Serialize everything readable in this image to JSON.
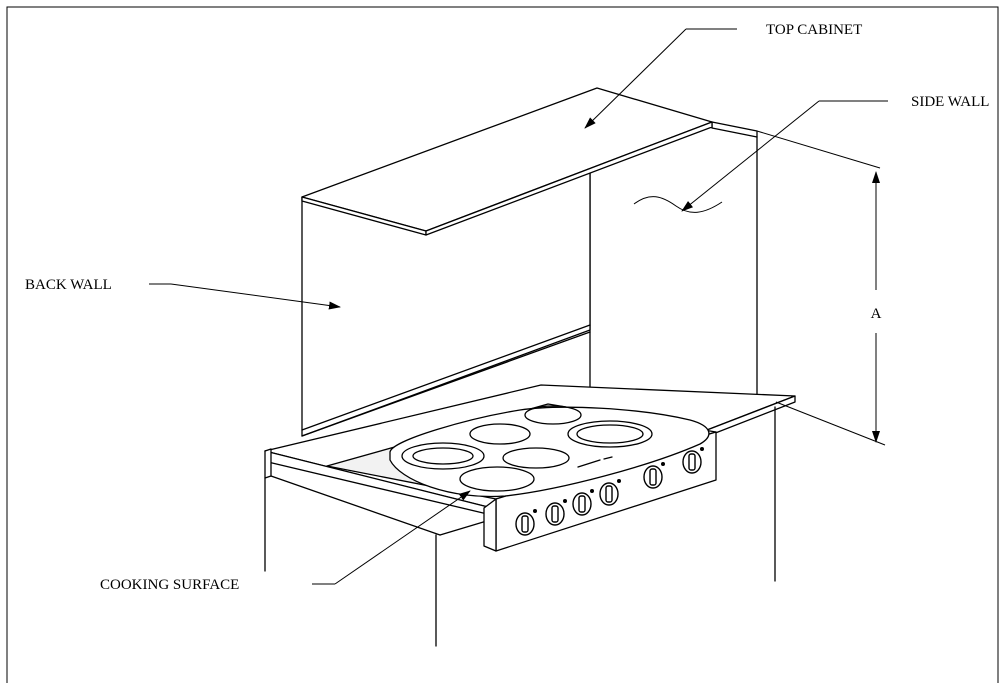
{
  "labels": {
    "top_cabinet": "TOP CABINET",
    "side_wall": "SIDE WALL",
    "back_wall": "BACK WALL",
    "cooking_surface": "COOKING SURFACE",
    "dimension_a": "A"
  },
  "cooktop": {
    "burner_count": 6,
    "knob_count": 6
  }
}
